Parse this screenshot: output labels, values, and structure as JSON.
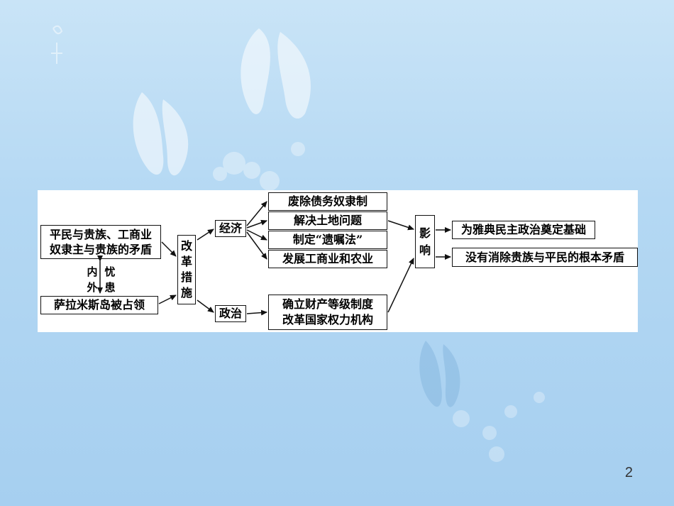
{
  "diagram": {
    "causes": [
      "平民与贵族、工商业",
      "奴隶主与贵族的矛盾"
    ],
    "inner_trouble_chars": [
      "内",
      "外"
    ],
    "outer_trouble_chars": [
      "忧",
      "患"
    ],
    "trigger": "萨拉米斯岛被占领",
    "reform_chars": [
      "改",
      "革",
      "措",
      "施"
    ],
    "economy_label": "经济",
    "politics_label": "政治",
    "economy_measures": [
      "废除债务奴隶制",
      "解决土地问题",
      "制定“遗嘱法”",
      "发展工商业和农业"
    ],
    "politics_measures": [
      "确立财产等级制度",
      "改革国家权力机构"
    ],
    "influence_chars": [
      "影",
      "响"
    ],
    "effects": [
      "为雅典民主政治奠定基础",
      "没有消除贵族与平民的根本矛盾"
    ]
  },
  "page_number": "2",
  "colors": {
    "background": "#b4d8f3",
    "panel": "#ffffff",
    "ink": "#111111"
  }
}
